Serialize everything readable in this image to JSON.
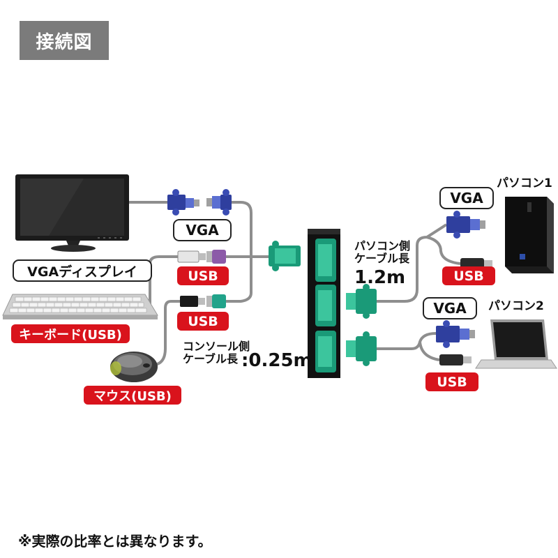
{
  "header": {
    "title": "接続図"
  },
  "labels": {
    "vga_top": "VGA",
    "vga_display": "VGAディスプレイ",
    "usb_purple": "USB",
    "usb_green": "USB",
    "keyboard": "キーボード(USB)",
    "mouse": "マウス(USB)",
    "pc1": "パソコン1",
    "pc2": "パソコン2",
    "pc1_vga": "VGA",
    "pc1_usb": "USB",
    "pc2_vga": "VGA",
    "pc2_usb": "USB"
  },
  "console_cable": {
    "line1": "コンソール側",
    "line2": "ケーブル長",
    "length": ":0.25m"
  },
  "pc_cable": {
    "line1": "パソコン側",
    "line2": "ケーブル長",
    "length": "1.2m"
  },
  "footnote": "※実際の比率とは異なります。",
  "colors": {
    "header_bg": "#7b7b7b",
    "red_label": "#d9131c",
    "vga_blue": "#2f3f9e",
    "kvm_green": "#1a9a78",
    "usb_purple": "#8c5aa8",
    "usb_green": "#21a38a",
    "cable_gray": "#9a9a9a"
  }
}
